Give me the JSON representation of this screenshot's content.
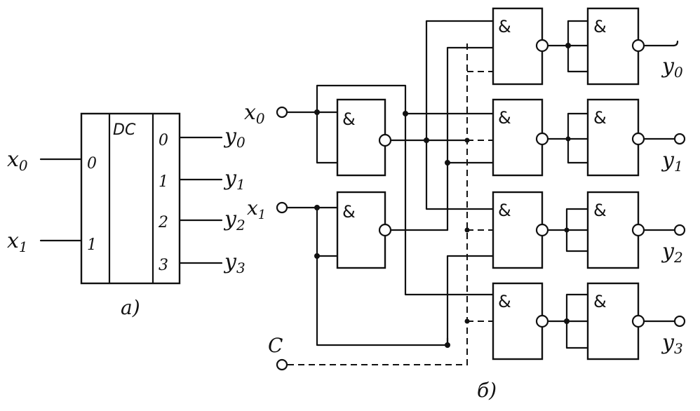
{
  "diagram_a": {
    "caption": "а)",
    "block_label": "DC",
    "inputs": [
      {
        "signal": "x",
        "sub": "0",
        "pin": "0"
      },
      {
        "signal": "x",
        "sub": "1",
        "pin": "1"
      }
    ],
    "outputs": [
      {
        "signal": "y",
        "sub": "0",
        "pin": "0"
      },
      {
        "signal": "y",
        "sub": "1",
        "pin": "1"
      },
      {
        "signal": "y",
        "sub": "2",
        "pin": "2"
      },
      {
        "signal": "y",
        "sub": "3",
        "pin": "3"
      }
    ]
  },
  "diagram_b": {
    "caption": "б)",
    "gate_symbol": "&",
    "inputs": [
      {
        "signal": "x",
        "sub": "0"
      },
      {
        "signal": "x",
        "sub": "1"
      }
    ],
    "strobe": "C",
    "outputs": [
      {
        "signal": "y",
        "sub": "0"
      },
      {
        "signal": "y",
        "sub": "1"
      },
      {
        "signal": "y",
        "sub": "2"
      },
      {
        "signal": "y",
        "sub": "3"
      }
    ]
  }
}
